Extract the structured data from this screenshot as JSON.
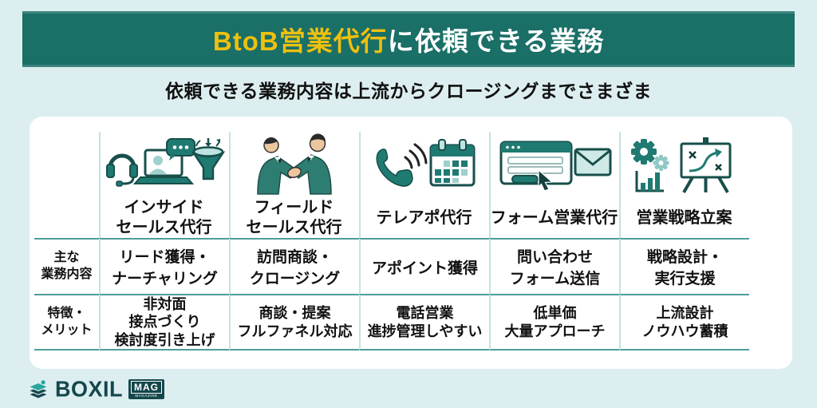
{
  "banner": {
    "title_highlight": "BtoB営業代行",
    "title_rest": "に依頼できる業務"
  },
  "subtitle": "依頼できる業務内容は上流からクロージングまでさまざま",
  "table": {
    "row_labels": [
      "主な\n業務内容",
      "特徴・\nメリット"
    ],
    "columns": [
      {
        "name": "インサイド\nセールス代行",
        "icons": [
          "headset-icon",
          "laptop-video-chat-icon",
          "funnel-icon"
        ],
        "main": "リード獲得・\nナーチャリング",
        "feature": "非対面\n接点づくり\n検討度引き上げ"
      },
      {
        "name": "フィールド\nセールス代行",
        "icons": [
          "handshake-businessmen-icon"
        ],
        "main": "訪問商談・\nクロージング",
        "feature": "商談・提案\nフルファネル対応"
      },
      {
        "name": "テレアポ代行",
        "icons": [
          "phone-icon",
          "calendar-icon"
        ],
        "main": "アポイント獲得",
        "feature": "電話営業\n進捗管理しやすい"
      },
      {
        "name": "フォーム営業代行",
        "icons": [
          "form-window-icon",
          "envelope-icon",
          "cursor-icon"
        ],
        "main": "問い合わせ\nフォーム送信",
        "feature": "低単価\n大量アプローチ"
      },
      {
        "name": "営業戦略立案",
        "icons": [
          "gears-icon",
          "bar-chart-icon",
          "strategy-board-icon"
        ],
        "main": "戦略設計・\n実行支援",
        "feature": "上流設計\nノウハウ蓄積"
      }
    ]
  },
  "footer": {
    "brand": "BOXIL",
    "badge": "MAG",
    "badge_sub": "MAGAZINE"
  },
  "colors": {
    "banner": "#1a6f67",
    "highlight": "#eec00f",
    "bg": "#dceef0",
    "line_h": "#4f9e9a",
    "line_v": "#c2e4e4",
    "teal": "#1f7a72"
  }
}
